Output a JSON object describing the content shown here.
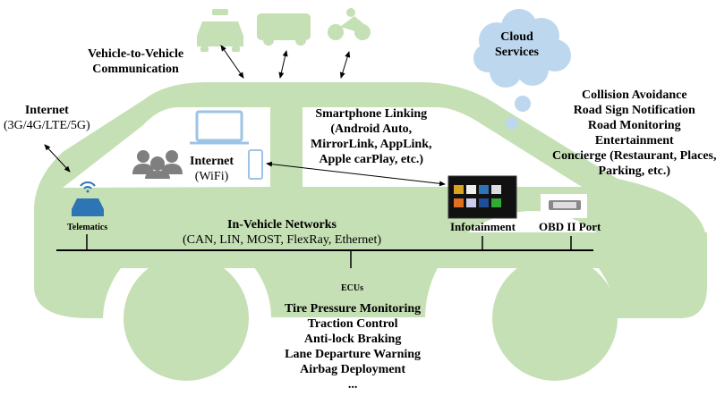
{
  "colors": {
    "car_body": "#c5e0b4",
    "cloud": "#bdd7ee",
    "device_blue": "#9dc3e6",
    "telematics_blue": "#2e75b6",
    "people_gray": "#7f7f7f"
  },
  "v2v": {
    "title_lines": [
      "Vehicle-to-Vehicle",
      "Communication"
    ],
    "vehicles": [
      "taxi-icon",
      "bus-icon",
      "motorcycle-icon"
    ]
  },
  "cloud": {
    "lines": [
      "Cloud",
      "Services"
    ]
  },
  "cloud_services": [
    "Collision Avoidance",
    "Road Sign Notification",
    "Road Monitoring",
    "Entertainment",
    "Concierge (Restaurant, Places,",
    "Parking, etc.)"
  ],
  "internet_cellular": {
    "title": "Internet",
    "subtitle": "(3G/4G/LTE/5G)"
  },
  "internet_wifi": {
    "title": "Internet",
    "subtitle": "(WiFi)"
  },
  "smartphone_linking": {
    "lines": [
      "Smartphone Linking",
      "(Android Auto,",
      "MirrorLink, AppLink,",
      "Apple carPlay, etc.)"
    ]
  },
  "nodes": {
    "telematics": "Telematics",
    "infotainment": "Infotainment",
    "obd": "OBD II Port",
    "ecus": "ECUs"
  },
  "network": {
    "title": "In-Vehicle Networks",
    "subtitle": "(CAN, LIN, MOST, FlexRay, Ethernet)"
  },
  "ecu_functions": [
    "Tire Pressure Monitoring",
    "Traction Control",
    "Anti-lock Braking",
    "Lane Departure Warning",
    "Airbag Deployment",
    "..."
  ]
}
